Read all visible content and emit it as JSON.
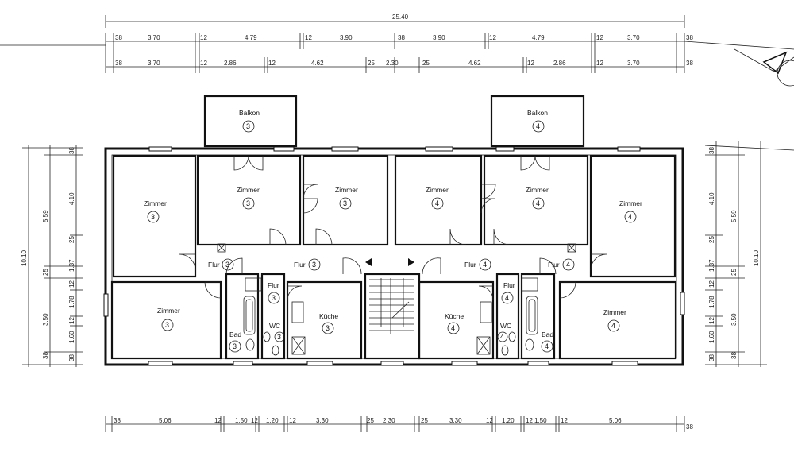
{
  "dimensions": {
    "overall_top": "25.40",
    "row1": [
      "38",
      "3.70",
      "12",
      "4.79",
      "12",
      "3.90",
      "38",
      "3.90",
      "12",
      "4.79",
      "12",
      "3.70",
      "38"
    ],
    "row2": [
      "38",
      "3.70",
      "12",
      "2.86",
      "12",
      "4.62",
      "25",
      "2.30",
      "25",
      "4.62",
      "12",
      "2.86",
      "12",
      "3.70",
      "38"
    ],
    "bottom": [
      "38",
      "5.06",
      "12",
      "1.50",
      "12",
      "1.20",
      "12",
      "3.30",
      "25",
      "2.30",
      "25",
      "3.30",
      "12",
      "1.20",
      "12",
      "1.50",
      "12",
      "5.06",
      "38"
    ],
    "left_overall": "10.10",
    "left_mid": [
      "5.59",
      "25",
      "3.50",
      "38"
    ],
    "left_inner": [
      "38",
      "4.10",
      "25",
      "1.37",
      "12",
      "1.78",
      "12",
      "1.60",
      "38"
    ],
    "right_overall": "10.10",
    "right_mid": [
      "5.59",
      "25",
      "3.50",
      "38"
    ],
    "right_inner": [
      "38",
      "4.10",
      "25",
      "1.37",
      "12",
      "1.78",
      "12",
      "1.60",
      "38"
    ]
  },
  "rooms": {
    "balkon_left": {
      "label": "Balkon",
      "num": "3"
    },
    "balkon_right": {
      "label": "Balkon",
      "num": "4"
    },
    "zimmer_l1": {
      "label": "Zimmer",
      "num": "3"
    },
    "zimmer_l2": {
      "label": "Zimmer",
      "num": "3"
    },
    "zimmer_l3": {
      "label": "Zimmer",
      "num": "3"
    },
    "zimmer_l4": {
      "label": "Zimmer",
      "num": "3"
    },
    "zimmer_r1": {
      "label": "Zimmer",
      "num": "4"
    },
    "zimmer_r2": {
      "label": "Zimmer",
      "num": "4"
    },
    "zimmer_r3": {
      "label": "Zimmer",
      "num": "4"
    },
    "zimmer_r4": {
      "label": "Zimmer",
      "num": "4"
    },
    "flur_l1": {
      "label": "Flur",
      "num": "3"
    },
    "flur_l2": {
      "label": "Flur",
      "num": "3"
    },
    "flur_l3": {
      "label": "Flur",
      "num": "3"
    },
    "flur_r1": {
      "label": "Flur",
      "num": "4"
    },
    "flur_r2": {
      "label": "Flur",
      "num": "4"
    },
    "flur_r3": {
      "label": "Flur",
      "num": "4"
    },
    "kueche_left": {
      "label": "Küche",
      "num": "3"
    },
    "kueche_right": {
      "label": "Küche",
      "num": "4"
    },
    "bad_left": {
      "label": "Bad",
      "num": "3"
    },
    "bad_right": {
      "label": "Bad",
      "num": "4"
    },
    "wc_left": {
      "label": "WC",
      "num": "3"
    },
    "wc_right": {
      "label": "WC",
      "num": "4"
    }
  }
}
